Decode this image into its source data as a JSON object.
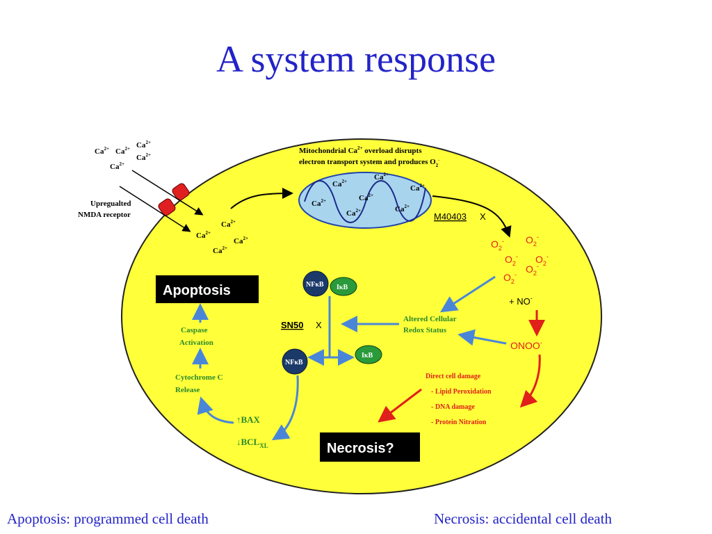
{
  "slide": {
    "title": "A system response",
    "footer_left": "Apoptosis: programmed cell death",
    "footer_right": "Necrosis: accidental cell death"
  },
  "diagram": {
    "ca_ion": "Ca",
    "ca_charge": "2+",
    "receptor_label_line1": "Upregualted",
    "receptor_label_line2": "NMDA receptor",
    "mito_text_line1": "Mitochondrial Ca",
    "mito_text_line1b": " overload disrupts",
    "mito_text_line2": "electron transport system and produces O",
    "m40403": "M40403",
    "m40403_x": "X",
    "superoxide": "O",
    "superoxide_sub": "2",
    "superoxide_sup": "-",
    "no_label": "+ NO",
    "no_sup": "-",
    "onoo": "ONOO",
    "onoo_sup": "-",
    "apoptosis": "Apoptosis",
    "necrosis": "Necrosis?",
    "nfkb": "NFκB",
    "ikb": "IκB",
    "sn50": "SN50",
    "sn50_x": "X",
    "redox_line1": "Altered Cellular",
    "redox_line2": "Redox Status",
    "caspase_line1": "Caspase",
    "caspase_line2": "Activation",
    "cytc_line1": "Cytochrome C",
    "cytc_line2": "Release",
    "bax": "↑BAX",
    "bcl": "↓BCL",
    "bcl_sub": "XL",
    "damage_title": "Direct cell damage",
    "damage_items": [
      "- Lipid Peroxidation",
      "- DNA damage",
      "- Protein Nitration"
    ]
  }
}
